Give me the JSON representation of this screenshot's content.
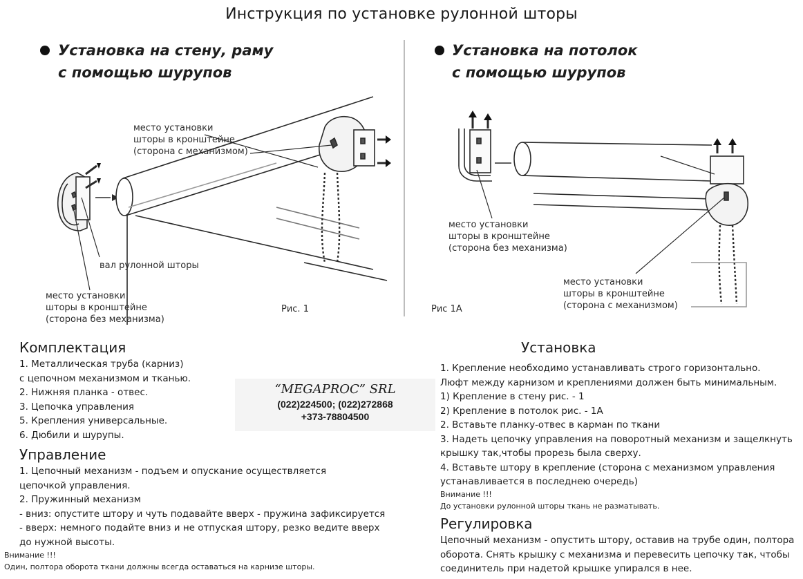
{
  "title": "Инструкция по установке рулонной шторы",
  "left_panel": {
    "heading": [
      "Установка на стену, раму",
      "с помощью шурупов"
    ],
    "callout_top": [
      "место установки",
      "шторы в кронштейне",
      "(сторона с механизмом)"
    ],
    "callout_roller": "вал рулонной шторы",
    "callout_bottom": [
      "место установки",
      "шторы в кронштейне",
      "(сторона без механизма)"
    ],
    "figure_label": "Рис. 1"
  },
  "right_panel": {
    "heading": [
      "Установка на потолок",
      "с помощью шурупов"
    ],
    "callout_left": [
      "место установки",
      "шторы в кронштейне",
      "(сторона без механизма)"
    ],
    "callout_right": [
      "место установки",
      "шторы в кронштейне",
      "(сторона с механизмом)"
    ],
    "figure_label": "Рис 1А"
  },
  "komplektaciya": {
    "heading": "Комплектация",
    "lines": [
      "1. Металлическая труба (карниз)",
      "с цепочном механизмом и тканью.",
      "2. Нижняя планка - отвес.",
      "3. Цепочка управления",
      "5. Крепления универсальные.",
      "6. Дюбили и шурупы."
    ]
  },
  "company": {
    "name": "“MEGAPROC” SRL",
    "phones": "(022)224500; (022)272868",
    "mobile": "+373-78804500"
  },
  "upravlenie": {
    "heading": "Управление",
    "lines": [
      "1. Цепочный механизм - подъем и опускание осуществляется",
      "цепочкой управления.",
      "2. Пружинный механизм",
      "- вниз: опустите штору и чуть подавайте вверх - пружина зафиксируется",
      "- вверх: немного подайте вниз и не отпуская штору, резко ведите вверх",
      "до нужной высоты."
    ],
    "note_title": "Внимание !!!",
    "note_text": "Один, полтора оборота ткани должны всегда оставаться на карнизе шторы."
  },
  "ustanovka": {
    "heading": "Установка",
    "lines": [
      "1. Крепление необходимо устанавливать строго горизонтально.",
      "Люфт между карнизом и креплениями должен быть минимальным.",
      "1) Крепление в стену рис. - 1",
      "2) Крепление в потолок рис. - 1А",
      "2. Вставьте планку-отвес в карман по ткани",
      "3. Надеть цепочку управления на поворотный механизм и защелкнуть",
      "крышку так,чтобы прорезь была сверху.",
      "4. Вставьте штору в крепление (сторона с механизмом управления",
      "устанавливается в последнею очередь)"
    ],
    "note_title": "Внимание  !!!",
    "note_text": "До установки рулонной шторы ткань не разматывать."
  },
  "regulirovka": {
    "heading": "Регулировка",
    "lines": [
      "Цепочный механизм - опустить штору, оставив на трубе один, полтора",
      "оборота. Снять крышку с механизма и перевесить цепочку так, чтобы",
      "соединитель при надетой крышке упирался в нее."
    ]
  }
}
